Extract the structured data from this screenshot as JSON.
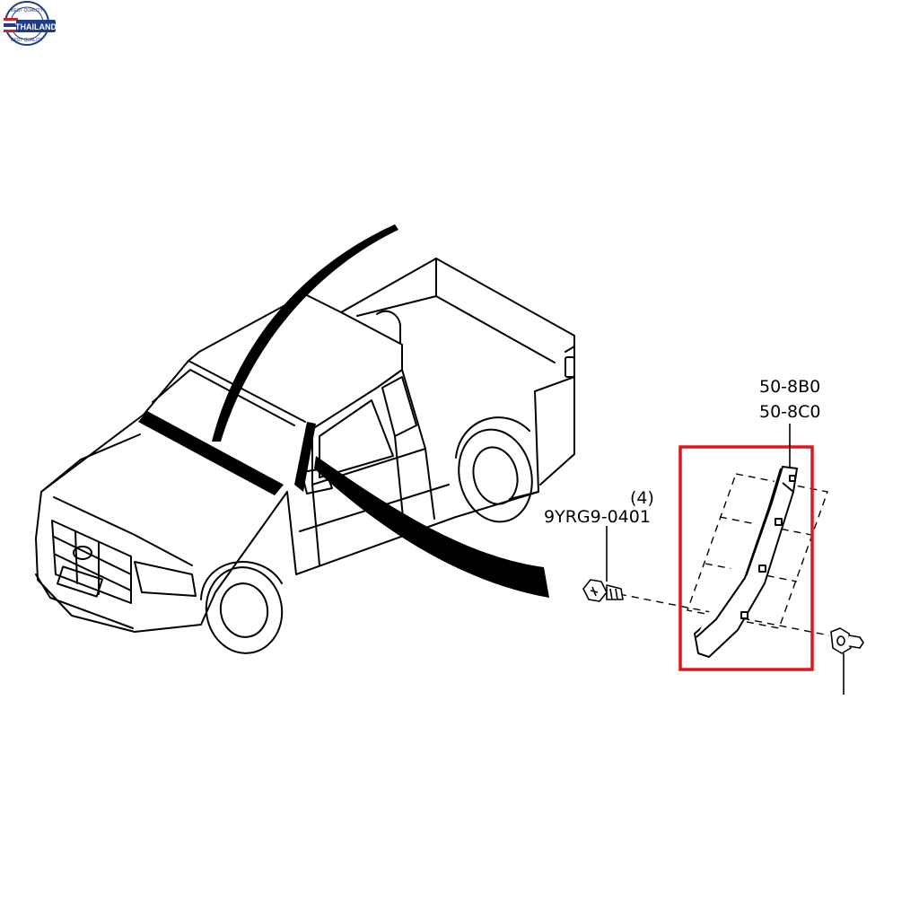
{
  "badge": {
    "top_text": "BEST QUALITY",
    "center_text": "THAILAND",
    "bottom_text": "BEST QUALITY"
  },
  "parts": {
    "qty": "(4)",
    "fastener_part": "9YRG9-0401",
    "molding_part_1": "50-8B0",
    "molding_part_2": "50-8C0"
  },
  "colors": {
    "highlight": "#e0161e",
    "line": "#000000",
    "badge_blue": "#1f3c88",
    "badge_red": "#d0202a"
  },
  "icons": [
    "pickup-truck-icon",
    "windshield-molding-icon",
    "screw-icon",
    "clip-fastener-icon",
    "thailand-flag-icon"
  ]
}
